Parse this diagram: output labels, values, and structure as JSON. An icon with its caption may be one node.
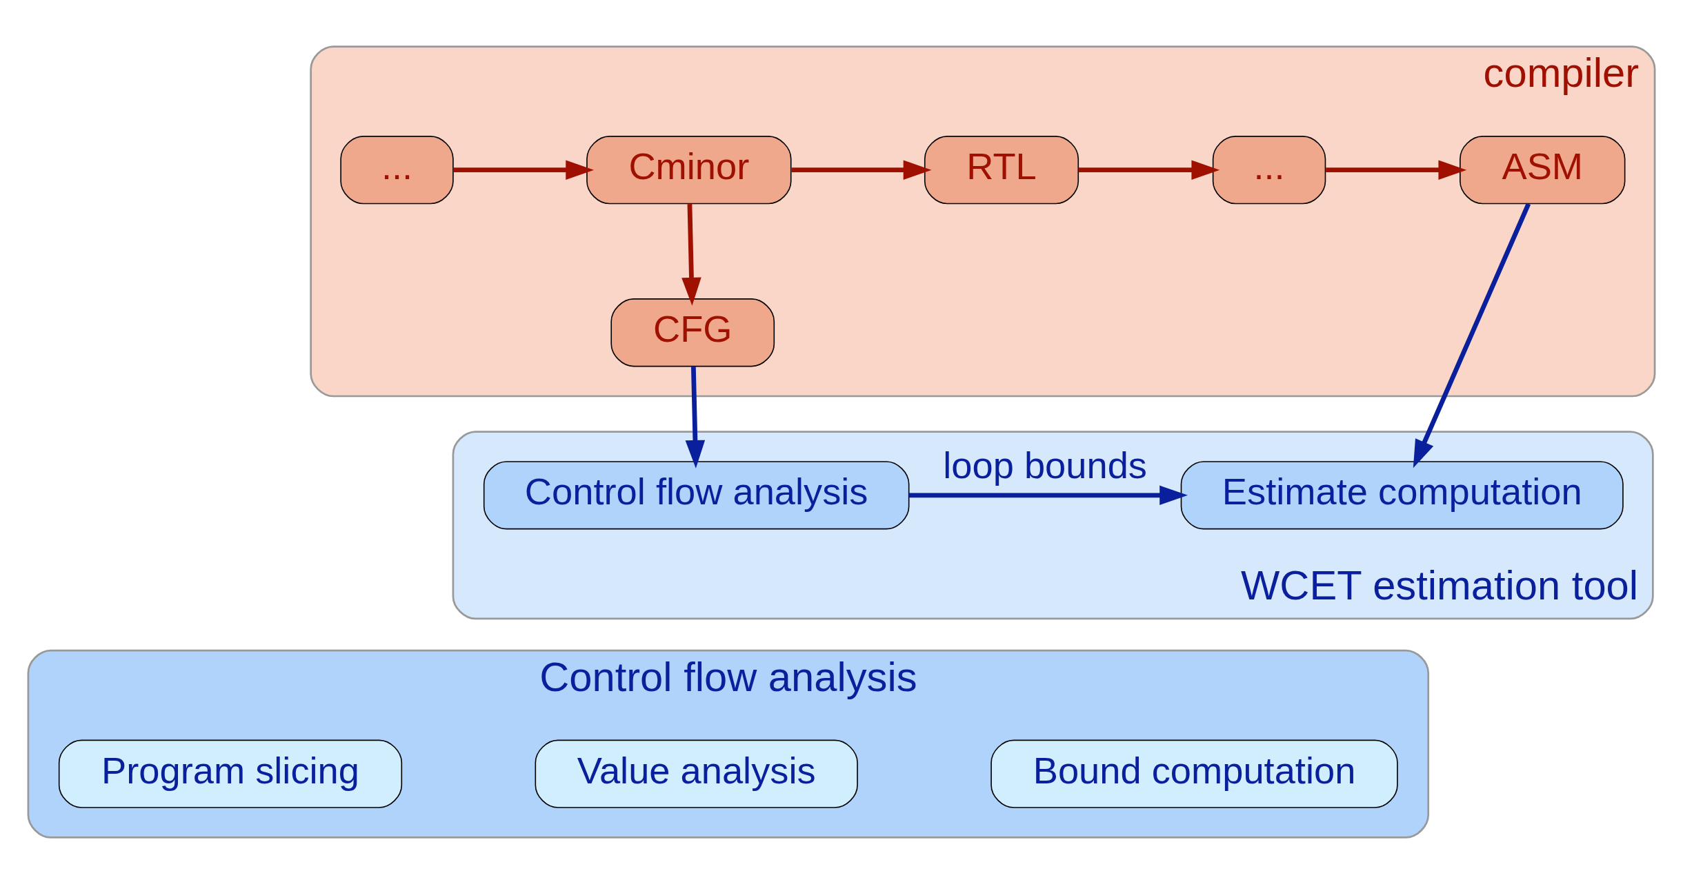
{
  "diagram": {
    "nodes": [
      {
        "text": [
          "compiler"
        ]
      },
      {
        "text": [
          "..."
        ],
        "in": 0
      },
      {
        "text": [
          "Cminor"
        ],
        "in": 0
      },
      {
        "text": [
          "RTL"
        ],
        "in": 0
      },
      {
        "text": [
          "..."
        ],
        "in": 0
      },
      {
        "text": [
          "ASM"
        ],
        "in": 0
      },
      {
        "text": [
          "CFG"
        ],
        "in": 0
      },
      {
        "text": [
          "WCET estimation tool"
        ]
      },
      {
        "text": [
          "Control flow analysis"
        ],
        "in": 7
      },
      {
        "text": [
          "Estimate computation"
        ],
        "in": 7
      },
      {
        "text": [
          "Control flow analysis"
        ]
      },
      {
        "text": [
          "Program slicing"
        ],
        "in": 10
      },
      {
        "text": [
          "Value analysis"
        ],
        "in": 10
      },
      {
        "text": [
          "Bound computation"
        ],
        "in": 10
      }
    ],
    "edges": [
      {
        "from": 1,
        "to": 2,
        "arrow": "to"
      },
      {
        "from": 2,
        "to": 3,
        "arrow": "to"
      },
      {
        "from": 3,
        "to": 4,
        "arrow": "to"
      },
      {
        "from": 4,
        "to": 5,
        "arrow": "to"
      },
      {
        "from": 2,
        "to": 6,
        "arrow": "to"
      },
      {
        "from": 6,
        "to": 8,
        "arrow": "to",
        "color": "#0a1f9c"
      },
      {
        "from": 5,
        "to": 9,
        "arrow": "to",
        "color": "#0a1f9c"
      },
      {
        "from": 8,
        "to": 9,
        "arrow": "to",
        "label": "loop bounds",
        "color": "#0a1f9c"
      }
    ]
  }
}
